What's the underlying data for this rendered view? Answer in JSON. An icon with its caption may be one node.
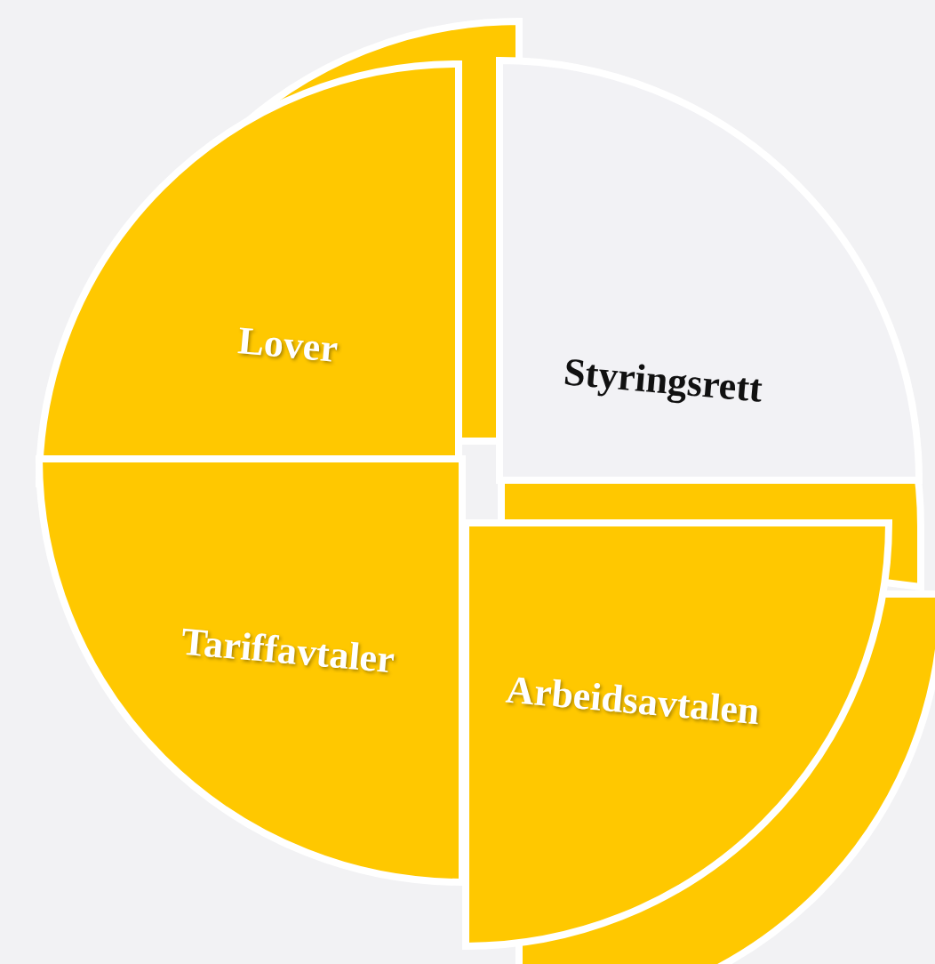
{
  "diagram": {
    "nodes": [
      {
        "text": [
          "Lover"
        ]
      },
      {
        "text": [
          "Styringsrett"
        ]
      },
      {
        "text": [
          "Tariffavtaler"
        ]
      },
      {
        "text": [
          "Arbeidsavtalen"
        ]
      }
    ]
  }
}
